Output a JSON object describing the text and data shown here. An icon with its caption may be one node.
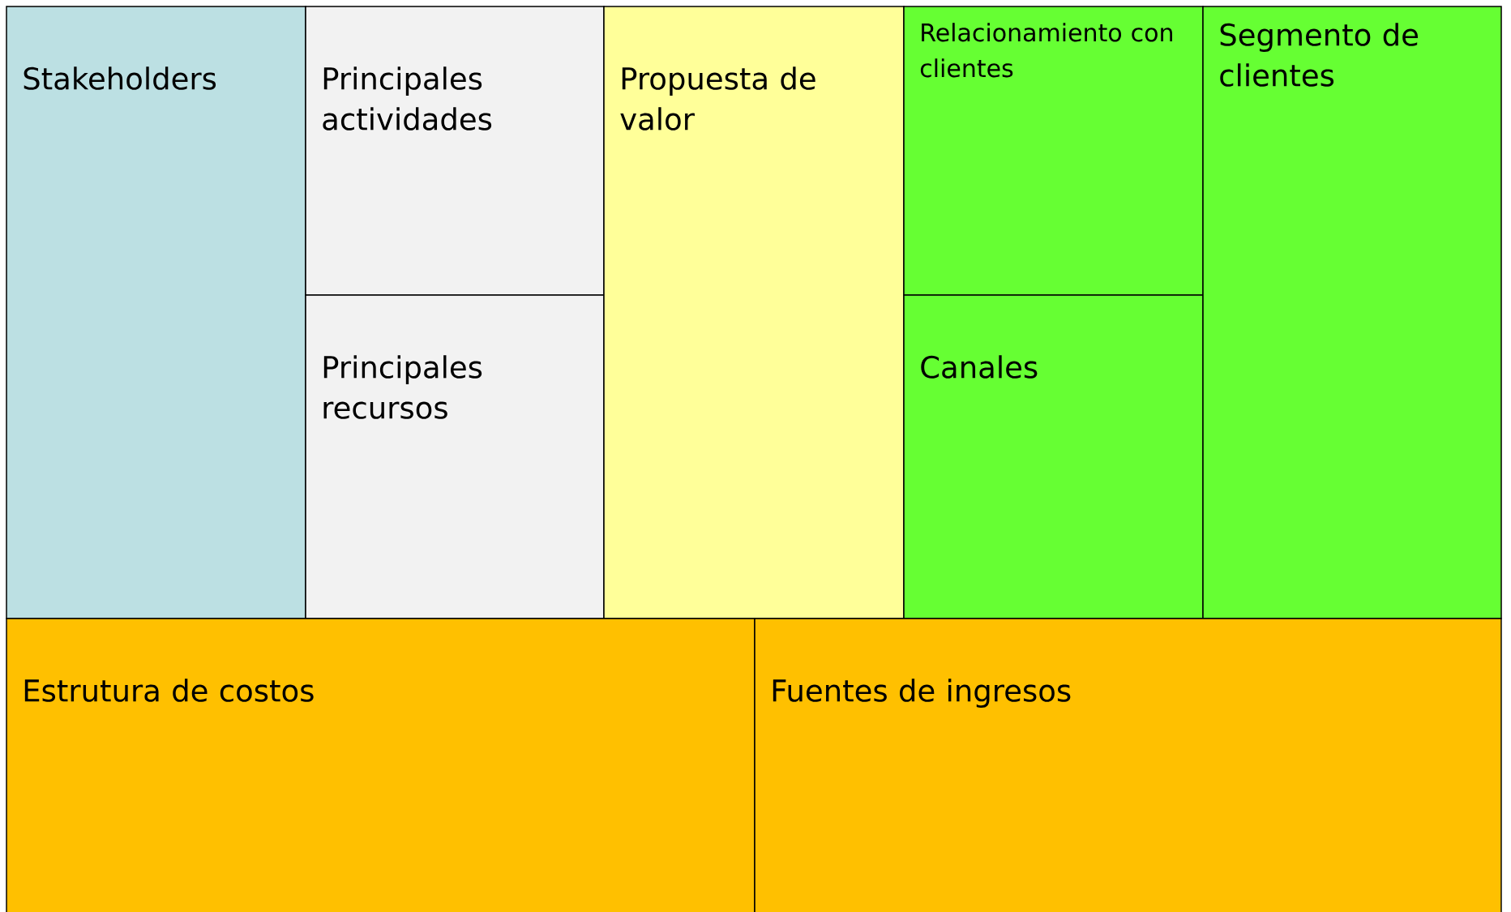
{
  "diagram": {
    "nodes": [
      {
        "text": [
          "Stakeholders"
        ]
      },
      {
        "text": [
          "Principales actividades"
        ]
      },
      {
        "text": [
          "Principales recursos"
        ]
      },
      {
        "text": [
          "Propuesta de valor"
        ]
      },
      {
        "text": [
          "Relacionamiento con clientes"
        ]
      },
      {
        "text": [
          "Canales"
        ]
      },
      {
        "text": [
          "Segmento de clientes"
        ]
      },
      {
        "text": [
          "Estrutura de costos"
        ]
      },
      {
        "text": [
          "Fuentes de ingresos"
        ]
      }
    ]
  }
}
